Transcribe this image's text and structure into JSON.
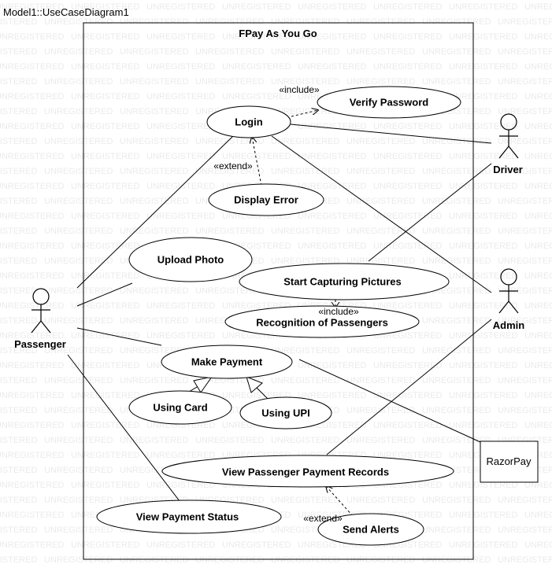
{
  "frame_title": "Model1::UseCaseDiagram1",
  "watermark": "UNREGISTERED",
  "system_boundary": {
    "title": "FPay As You Go"
  },
  "actors": {
    "passenger": "Passenger",
    "driver": "Driver",
    "admin": "Admin",
    "razorpay": "RazorPay"
  },
  "use_cases": {
    "verify_password": "Verify Password",
    "login": "Login",
    "display_error": "Display Error",
    "upload_photo": "Upload Photo",
    "start_capturing": "Start Capturing Pictures",
    "recognition": "Recognition of Passengers",
    "make_payment": "Make Payment",
    "using_card": "Using Card",
    "using_upi": "Using UPI",
    "view_records": "View Passenger Payment Records",
    "view_status": "View Payment Status",
    "send_alerts": "Send Alerts"
  },
  "relation_labels": {
    "include_login": "«include»",
    "extend_login": "«extend»",
    "include_capture": "«include»",
    "extend_records": "«extend»"
  }
}
